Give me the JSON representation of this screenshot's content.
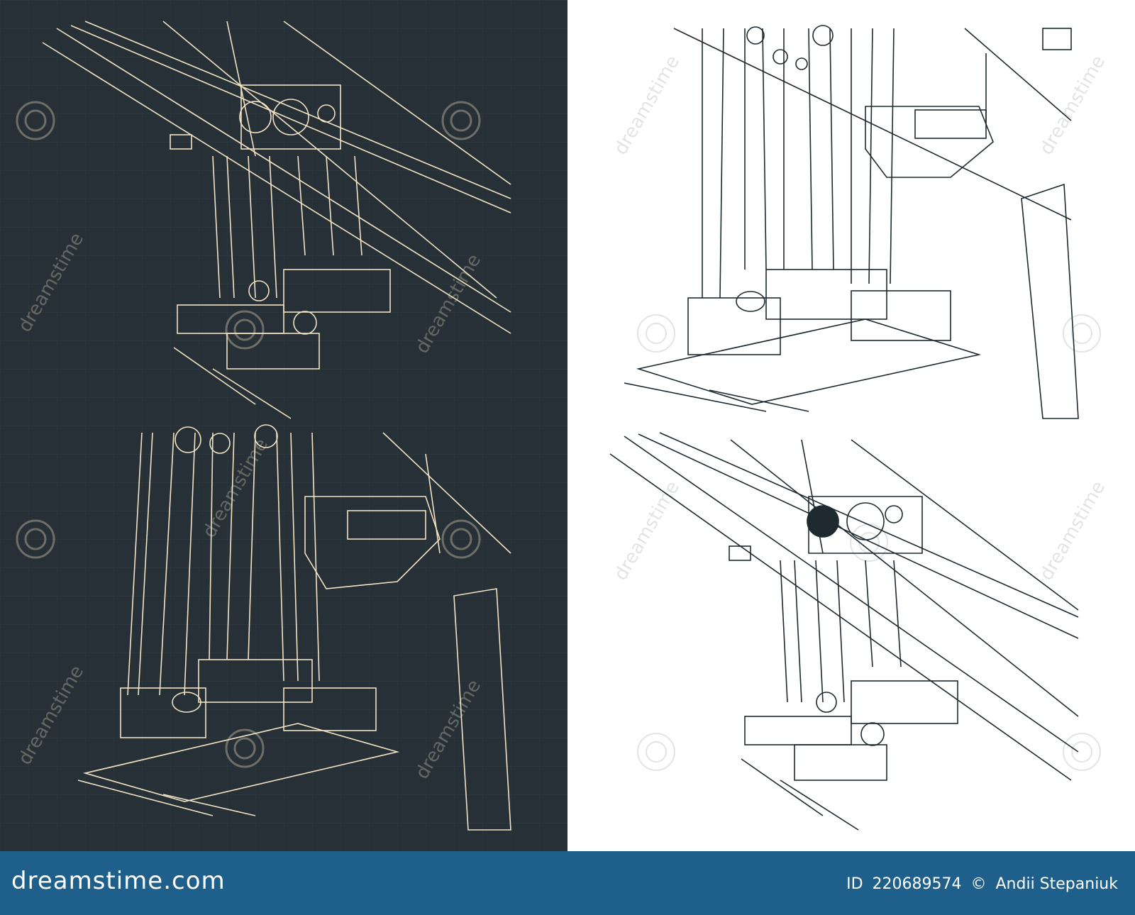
{
  "watermark": {
    "text": "dreamstime"
  },
  "footer": {
    "logo_text": "dreamstime.com",
    "id_label": "ID",
    "id_value": "220689574",
    "copyright_symbol": "©",
    "author": "Andii Stepaniuk"
  },
  "colors": {
    "dark_bg": "#263036",
    "line_cream": "#f2e3c4",
    "light_bg": "#ffffff",
    "line_dark": "#1e2a30",
    "footer_bg": "#1f5f8b"
  }
}
